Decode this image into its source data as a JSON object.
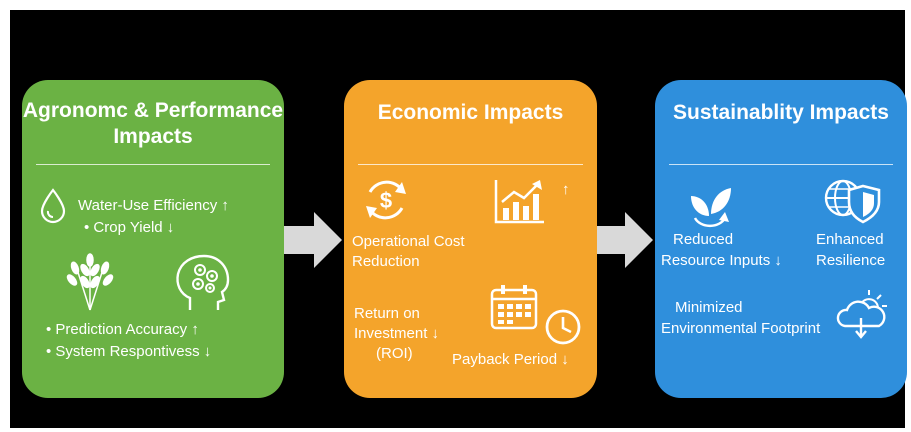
{
  "agronomic": {
    "title_line1": "Agronomc & Performance",
    "title_line2": "Impacts",
    "water_use": "Water-Use Efficiency ↑",
    "crop_yield": "• Crop Yield ↓",
    "prediction_accuracy": "• Prediction Accuracy ↑",
    "system_responsiveness": "• System Respontivess ↓"
  },
  "economic": {
    "title": "Economic Impacts",
    "chart_arrow": "↑",
    "operational_cost_line1": "Operational Cost",
    "operational_cost_line2": "Reduction",
    "roi_line1": "Return on",
    "roi_line2": "Investment ↓",
    "roi_line3": "(ROI)",
    "payback": "Payback Period ↓"
  },
  "sustainability": {
    "title": "Sustainablity Impacts",
    "reduced_line1": "Reduced",
    "reduced_line2": "Resource Inputs ↓",
    "enhanced_line1": "Enhanced",
    "enhanced_line2": "Resilience",
    "minimized_line1": "Minimized",
    "minimized_line2": "Environmental Footprint"
  },
  "colors": {
    "green": "#6bb244",
    "orange": "#f4a42b",
    "blue": "#2f8fdc",
    "arrow": "#d9d9d9"
  }
}
